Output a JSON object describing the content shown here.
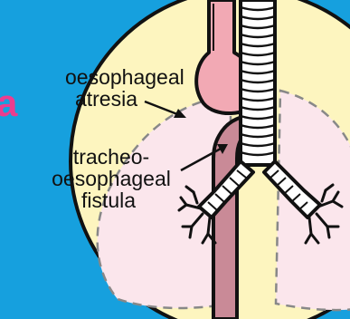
{
  "labels": {
    "partial_letter": "a",
    "atresia_line1": "oesophageal",
    "atresia_line2": "atresia",
    "fistula_line1": "tracheo-",
    "fistula_line2": "oesophageal",
    "fistula_line3": "fistula"
  },
  "colors": {
    "background": "#16a0de",
    "circle": "#fdf5bf",
    "lung": "#fbe6ec",
    "oesophagus": "#f2a9b4",
    "trachea": "#ffffff",
    "accent": "#ec3d8f"
  }
}
